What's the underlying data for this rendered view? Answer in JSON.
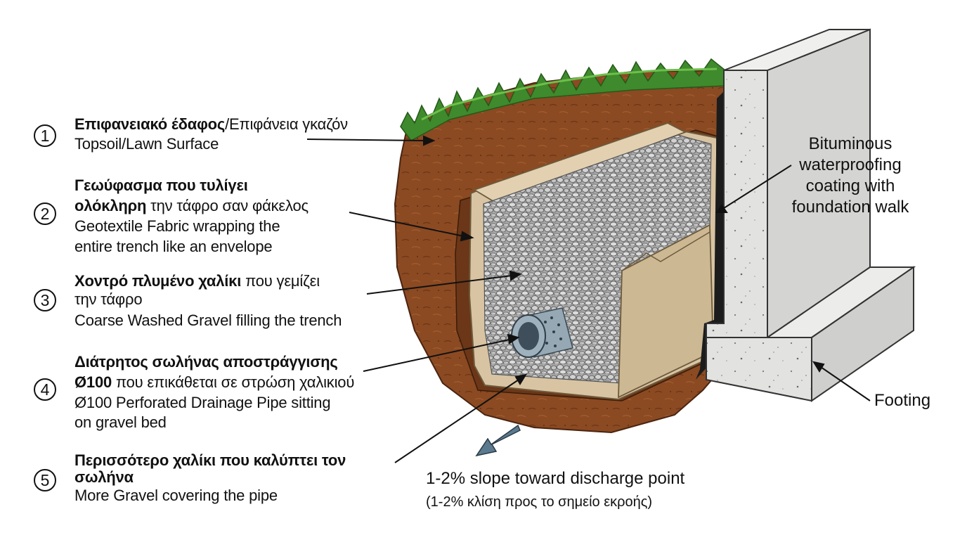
{
  "labels": [
    {
      "number": "1",
      "lines": [
        {
          "bold": "Επιφανειακό έδαφος",
          "normal": "/Επιφάνεια γκαζόν"
        },
        {
          "bold": "",
          "normal": "Topsoil/Lawn Surface"
        }
      ]
    },
    {
      "number": "2",
      "lines": [
        {
          "bold": "Γεωύφασμα που τυλίγει",
          "normal": ""
        },
        {
          "bold": "ολόκληρη",
          "normal": " την τάφρο σαν φάκελος"
        },
        {
          "bold": "",
          "normal": "Geotextile Fabric wrapping the"
        },
        {
          "bold": "",
          "normal": "entire trench like an envelope"
        }
      ]
    },
    {
      "number": "3",
      "lines": [
        {
          "bold": "Χοντρό πλυμένο χαλίκι",
          "normal": " που γεμίζει"
        },
        {
          "bold": "",
          "normal": "την τάφρο"
        },
        {
          "bold": "",
          "normal": "Coarse Washed Gravel filling the trench"
        }
      ]
    },
    {
      "number": "4",
      "lines": [
        {
          "bold": "Διάτρητος σωλήνας αποστράγγισης",
          "normal": ""
        },
        {
          "bold": "Ø100",
          "normal": " που επικάθεται σε στρώση χαλικιού"
        },
        {
          "bold": "",
          "normal": "Ø100 Perforated Drainage Pipe sitting"
        },
        {
          "bold": "",
          "normal": "on gravel bed"
        }
      ]
    },
    {
      "number": "5",
      "lines": [
        {
          "bold": "Περισσότερο χαλίκι που καλύπτει τον",
          "normal": ""
        },
        {
          "bold": "σωλήνα",
          "normal": ""
        },
        {
          "bold": "",
          "normal": "More Gravel covering the pipe"
        }
      ]
    }
  ],
  "bituminous": [
    "Bituminous",
    "waterproofing",
    "coating with",
    "foundation walk"
  ],
  "footing": "Footing",
  "slope": {
    "main": "1-2% slope toward discharge point",
    "sub": "(1-2% κλίση προς το σημείο εκροής)"
  },
  "colors": {
    "soil": "#8b4a22",
    "soil_dark": "#5e2e12",
    "grass": "#3f8a2c",
    "fabric": "#d8c4a2",
    "gravel": "#b9b9b9",
    "concrete": "#e3e3e1",
    "pipe": "#8fa1ad",
    "slope_arrow": "#5b7a90"
  }
}
